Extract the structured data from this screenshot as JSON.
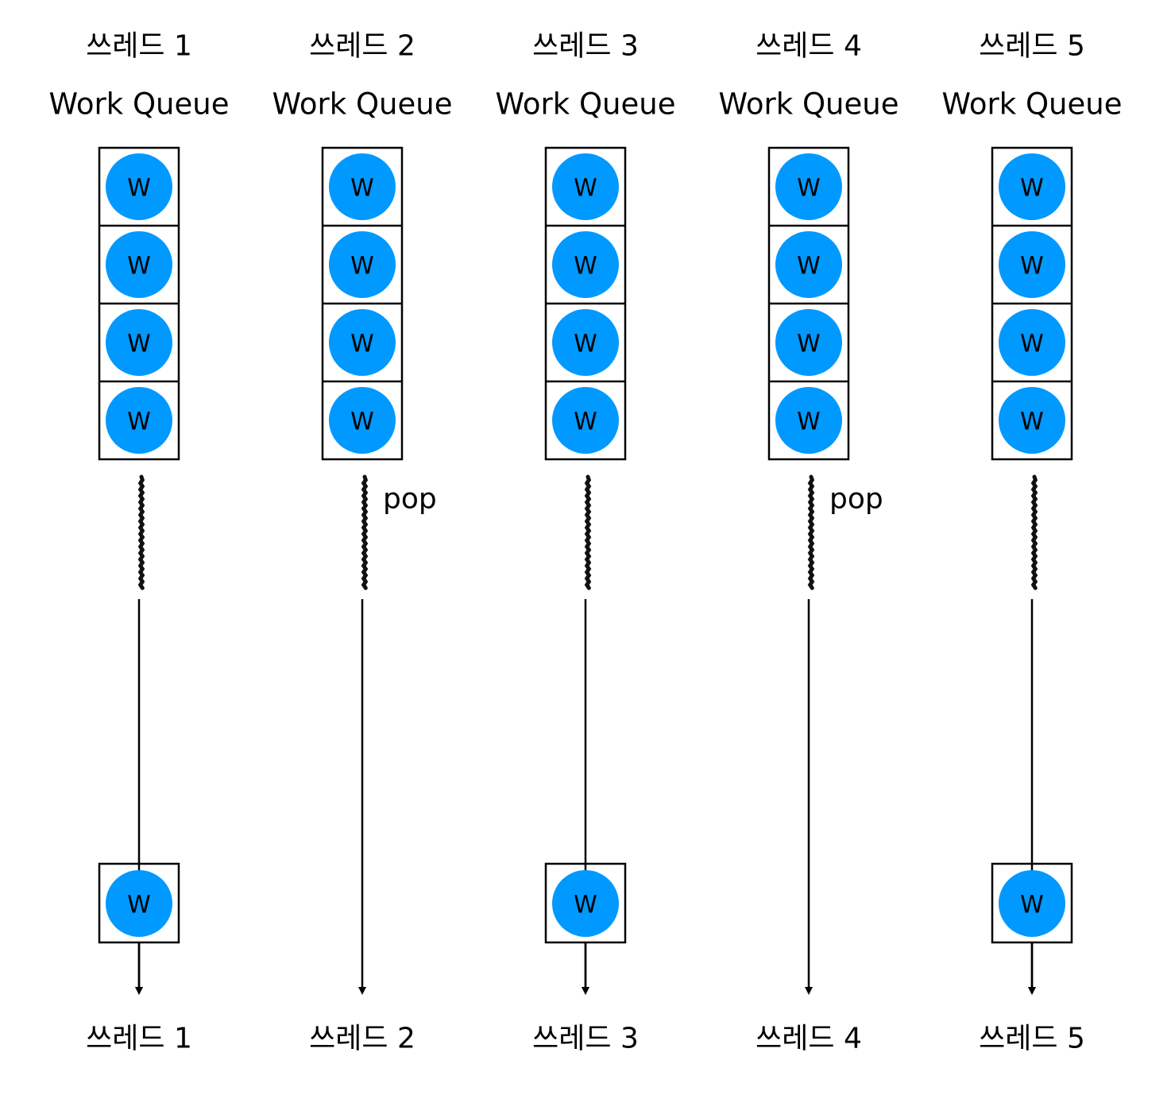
{
  "colors": {
    "item_fill": "#0099ff",
    "stroke": "#000000",
    "background": "#ffffff"
  },
  "queue_label": "Work Queue",
  "item_label": "W",
  "threads": [
    {
      "title": "쓰레드 1",
      "queue_items": 4,
      "pop_label": "",
      "has_output_item": true,
      "bottom_label": "쓰레드 1"
    },
    {
      "title": "쓰레드 2",
      "queue_items": 4,
      "pop_label": "pop",
      "has_output_item": false,
      "bottom_label": "쓰레드 2"
    },
    {
      "title": "쓰레드 3",
      "queue_items": 4,
      "pop_label": "",
      "has_output_item": true,
      "bottom_label": "쓰레드 3"
    },
    {
      "title": "쓰레드 4",
      "queue_items": 4,
      "pop_label": "pop",
      "has_output_item": false,
      "bottom_label": "쓰레드 4"
    },
    {
      "title": "쓰레드 5",
      "queue_items": 4,
      "pop_label": "",
      "has_output_item": true,
      "bottom_label": "쓰레드 5"
    }
  ]
}
